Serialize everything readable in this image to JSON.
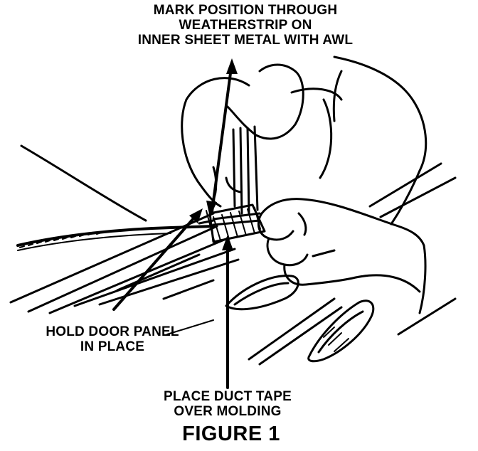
{
  "callouts": {
    "mark_position": {
      "lines": [
        "MARK POSITION THROUGH",
        "WEATHERSTRIP ON",
        "INNER SHEET METAL WITH AWL"
      ]
    },
    "hold_panel": {
      "lines": [
        "HOLD DOOR PANEL",
        "IN PLACE"
      ]
    },
    "duct_tape": {
      "lines": [
        "PLACE DUCT TAPE",
        "OVER MOLDING"
      ]
    }
  },
  "caption": "FIGURE 1"
}
